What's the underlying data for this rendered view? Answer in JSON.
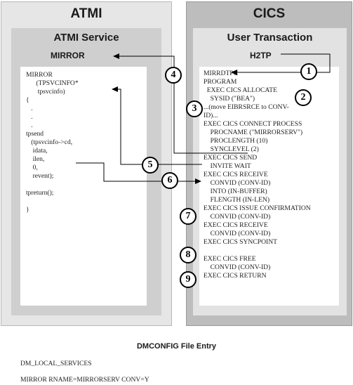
{
  "atmi": {
    "title": "ATMI",
    "service_title": "ATMI Service",
    "service_name": "MIRROR",
    "code_lines": [
      "MIRROR",
      "      (TPSVCINFO*",
      "       tpsvcinfo)",
      "{",
      "   .",
      "   .",
      "   .",
      "tpsend",
      "   (tpsvcinfo->cd,",
      "    idata,",
      "    ilen,",
      "    0,",
      "    revent);",
      "",
      "tpreturn();",
      "",
      "}"
    ]
  },
  "cics": {
    "title": "CICS",
    "transaction_title": "User Transaction",
    "transaction_name": "H2TP",
    "code_lines": [
      "MIRRDTPC",
      "PROGRAM",
      "  EXEC CICS ALLOCATE",
      "    SYSID (\"BEA\")",
      "...(move EIBRSRCE to CONV-",
      "ID)...",
      "EXEC CICS CONNECT PROCESS",
      "    PROCNAME (\"MIRRORSERV\")",
      "    PROCLENGTH (10)",
      "    SYNCLEVEL (2)",
      "EXEC CICS SEND",
      "    INVITE WAIT",
      "EXEC CICS RECEIVE",
      "    CONVID (CONV-ID)",
      "    INTO (IN-BUFFER)",
      "    FLENGTH (IN-LEN)",
      "EXEC CICS ISSUE CONFIRMATION",
      "    CONVID (CONV-ID)",
      "EXEC CICS RECEIVE",
      "    CONVID (CONV-ID)",
      "EXEC CICS SYNCPOINT",
      "",
      "EXEC CICS FREE",
      "    CONVID (CONV-ID)",
      "EXEC CICS RETURN"
    ]
  },
  "steps": [
    "1",
    "2",
    "3",
    "4",
    "5",
    "6",
    "7",
    "8",
    "9"
  ],
  "dmconfig": {
    "title": "DMCONFIG File Entry",
    "line1": "DM_LOCAL_SERVICES",
    "line2": "MIRROR RNAME=MIRRORSERV CONV=Y"
  }
}
